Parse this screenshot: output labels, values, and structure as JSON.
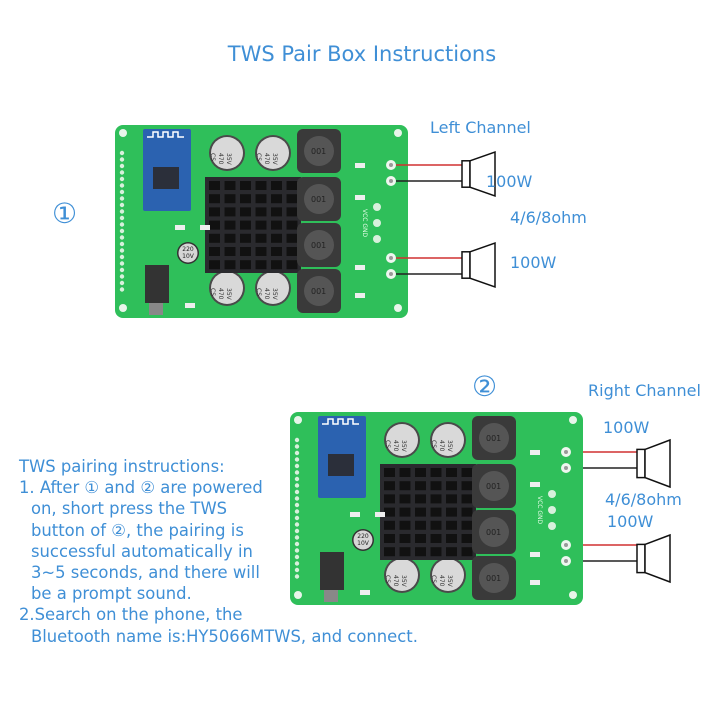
{
  "title": "TWS Pair Box Instructions",
  "board1": {
    "marker": "①",
    "channel_label": "Left Channel",
    "top_power": "100W",
    "impedance": "4/6/8ohm",
    "bottom_power": "100W"
  },
  "board2": {
    "marker": "②",
    "channel_label": "Right Channel",
    "top_power": "100W",
    "impedance": "4/6/8ohm",
    "bottom_power": "100W"
  },
  "board_markings": {
    "capacitor": [
      "CS",
      "470",
      "35V"
    ],
    "small_capacitor": [
      "220",
      "10V"
    ],
    "inductor": "001",
    "power_pins": "VCC GND"
  },
  "instructions": {
    "heading": "TWS pairing instructions:",
    "lines": [
      "1. After ① and ② are powered",
      "on, short press the TWS",
      "button of ②, the pairing is",
      "successful automatically in",
      "3~5 seconds, and there will",
      "be a prompt sound.",
      "2.Search on the phone, the",
      "Bluetooth name is:HY5066MTWS, and connect."
    ]
  },
  "colors": {
    "text": "#3f8fd6",
    "pcb": "#2fbf5a",
    "heatsink": "#2a2a2e",
    "wire_positive": "#d03030",
    "wire_negative": "#222222"
  }
}
